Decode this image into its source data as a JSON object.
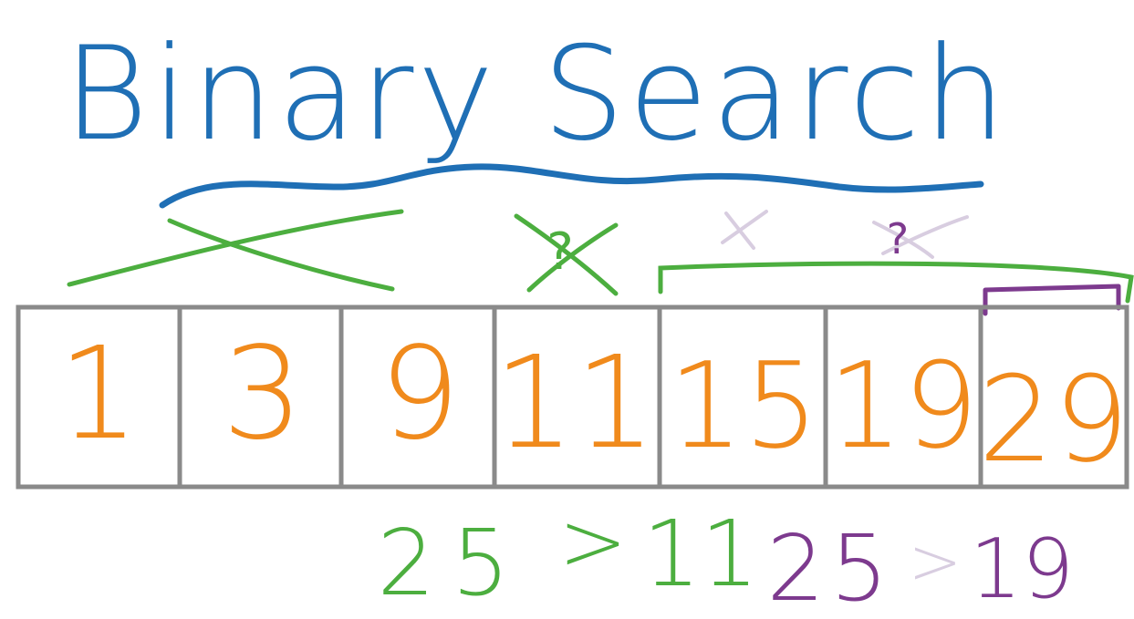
{
  "title": "Binary Search",
  "array": [
    "1",
    "3",
    "9",
    "11",
    "15",
    "19",
    "29"
  ],
  "colors": {
    "title": "#1f6fb5",
    "numbers": "#f08a1c",
    "step1": "#4cae3f",
    "step2": "#7d3a8e",
    "faint": "#d8cde0",
    "box": "#8a8a8a"
  },
  "marks": {
    "question1": "?",
    "question2": "?"
  },
  "comparisons": [
    {
      "left": "25",
      "op": ">",
      "right": "11"
    },
    {
      "left": "25",
      "op": ">",
      "right": "19"
    }
  ]
}
